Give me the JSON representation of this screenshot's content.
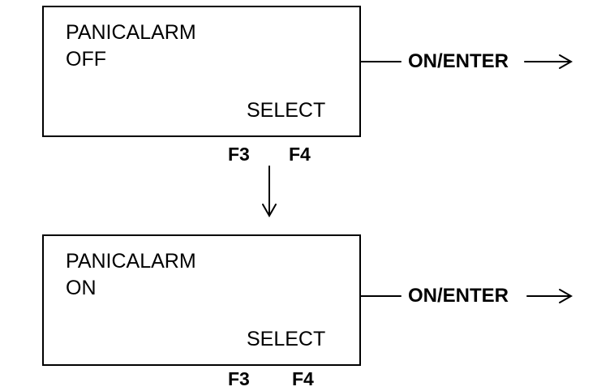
{
  "screens": [
    {
      "line1": "PANICALARM",
      "line2": "OFF",
      "soft_key": "SELECT",
      "function_keys": [
        "F3",
        "F4"
      ],
      "output_label": "ON/ENTER"
    },
    {
      "line1": "PANICALARM",
      "line2": "ON",
      "soft_key": "SELECT",
      "function_keys": [
        "F3",
        "F4"
      ],
      "output_label": "ON/ENTER"
    }
  ]
}
